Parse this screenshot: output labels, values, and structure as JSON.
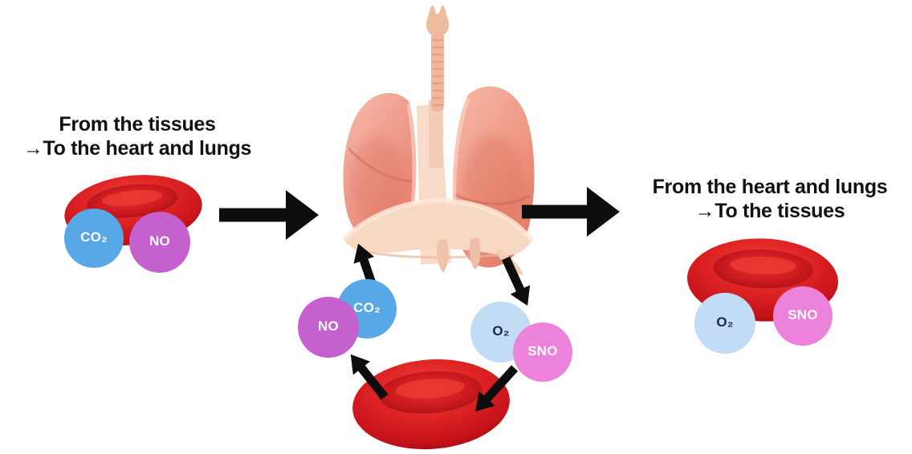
{
  "left_group": {
    "caption_line1": "From the tissues",
    "caption_line2": "→To the heart and lungs",
    "gases": [
      {
        "label": "CO₂",
        "color": "#58a8e8",
        "text_color": "#ffffff"
      },
      {
        "label": "NO",
        "color": "#c461ce",
        "text_color": "#ffffff"
      }
    ]
  },
  "right_group": {
    "caption_line1": "From the heart and lungs",
    "caption_line2": "→To the tissues",
    "gases": [
      {
        "label": "O₂",
        "color": "#c2dcf5",
        "text_color": "#16273f"
      },
      {
        "label": "SNO",
        "color": "#ec82d9",
        "text_color": "#ffffff"
      }
    ]
  },
  "cycle": {
    "released_gases": [
      {
        "label": "CO₂",
        "color": "#58a8e8",
        "text_color": "#ffffff"
      },
      {
        "label": "NO",
        "color": "#c461ce",
        "text_color": "#ffffff"
      }
    ],
    "absorbed_gases": [
      {
        "label": "O₂",
        "color": "#c2dcf5",
        "text_color": "#16273f"
      },
      {
        "label": "SNO",
        "color": "#ec82d9",
        "text_color": "#ffffff"
      }
    ]
  },
  "icons": {
    "organ": "lungs-with-trachea-and-diaphragm",
    "cell": "red-blood-cell",
    "flow_arrow": "thick-black-arrow"
  },
  "colors": {
    "arrow_black": "#0d0d0d",
    "rbc_red": "#cf1418",
    "lung_salmon": "#f09e8c",
    "diaphragm_cream": "#f6d4bd",
    "text": "#111111",
    "background": "#ffffff"
  }
}
